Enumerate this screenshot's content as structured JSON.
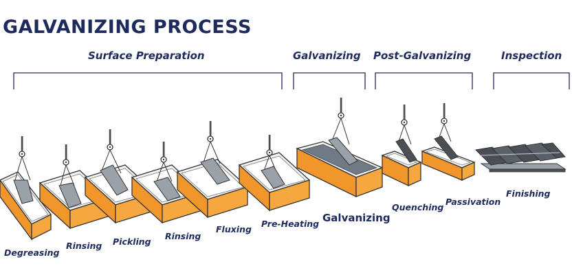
{
  "title": "GALVANIZING PROCESS",
  "stages": {
    "surface_preparation": "Surface Preparation",
    "galvanizing": "Galvanizing",
    "post_galvanizing": "Post-Galvanizing",
    "inspection": "Inspection"
  },
  "steps": {
    "degreasing": "Degreasing",
    "rinsing_1": "Rinsing",
    "pickling": "Pickling",
    "rinsing_2": "Rinsing",
    "fluxing": "Fluxing",
    "pre_heating": "Pre-Heating",
    "galvanizing": "Galvanizing",
    "quenching": "Quenching",
    "passivation": "Passivation",
    "finishing": "Finishing"
  },
  "colors": {
    "navy": "#1d2a5c",
    "tank_orange": "#f0962a",
    "tank_shadow": "#d97a14",
    "zinc_gray": "#6f7a86",
    "steel_gray": "#4a4f56"
  }
}
